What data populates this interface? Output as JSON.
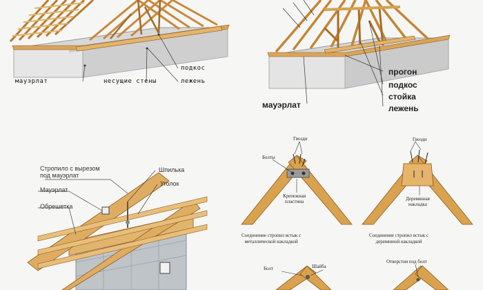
{
  "panel_top_left": {
    "labels": {
      "mauerlat": "мауэрлат",
      "bearing_walls": "несущие стены",
      "brace": "подкос",
      "lezhen": "лежень"
    }
  },
  "panel_top_right": {
    "labels": {
      "progon": "прогон",
      "brace": "подкос",
      "post": "стойка",
      "lezhen": "лежень",
      "mauerlat": "мауэрлат"
    }
  },
  "panel_bottom_left": {
    "labels": {
      "rafter_notch_line1": "Стропило с вырезом",
      "rafter_notch_line2": "под мауэрлат",
      "stud": "Шпилька",
      "mauerlat": "Мауэрлат",
      "corner": "Уголок",
      "lathing": "Обрешетка"
    }
  },
  "panel_bottom_right": {
    "labels": {
      "nails_left": "Гвозди",
      "bolts": "Болты",
      "plate_line1": "Крепежная",
      "plate_line2": "пластина",
      "nails_right": "Гвозди",
      "wood_line1": "Деревянная",
      "wood_line2": "накладка",
      "caption_left_line1": "Соединение стропил встык с",
      "caption_left_line2": "металлической накладкой",
      "caption_right_line1": "Соединение стропил встык с",
      "caption_right_line2": "деревянной накладкой",
      "bolt": "Болт",
      "washer": "Шайба",
      "bolt_hole": "Отверстия под болт"
    }
  }
}
